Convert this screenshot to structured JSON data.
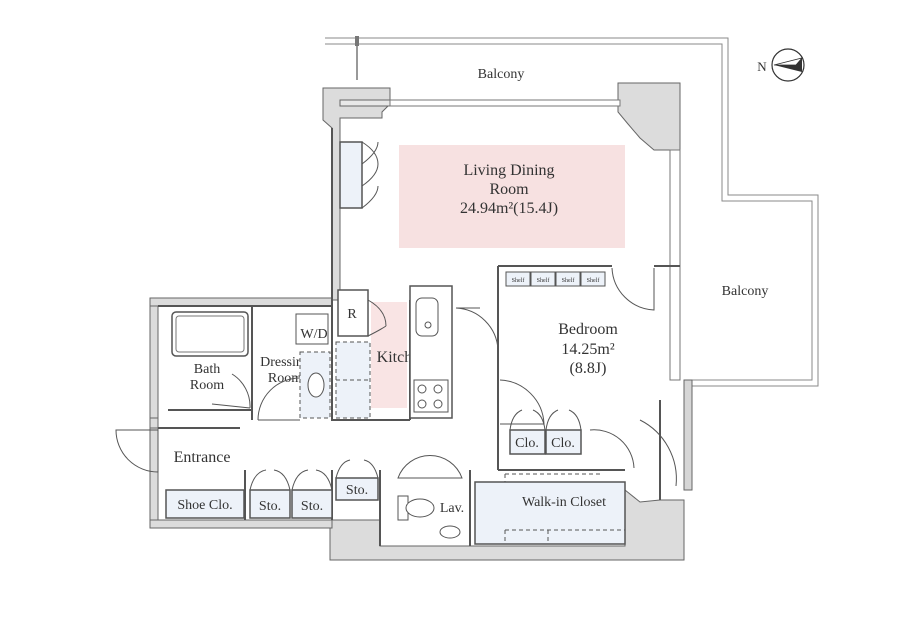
{
  "labels": {
    "balcony_top": "Balcony",
    "balcony_right": "Balcony",
    "living_line1": "Living Dining",
    "living_line2": "Room",
    "living_area": "24.94m²(15.4J)",
    "bedroom_line1": "Bedroom",
    "bedroom_area": "14.25m²",
    "bedroom_j": "(8.8J)",
    "kitchen": "Kitchen",
    "refrigerator": "R",
    "washer_dryer": "W/D",
    "dressing_line1": "Dressing",
    "dressing_line2": "Room",
    "bath_line1": "Bath",
    "bath_line2": "Room",
    "entrance": "Entrance",
    "shoe_closet": "Shoe Clo.",
    "storage_1": "Sto.",
    "storage_2": "Sto.",
    "storage_3": "Sto.",
    "lavatory": "Lav.",
    "walk_in_closet": "Walk-in Closet",
    "closet_1": "Clo.",
    "closet_2": "Clo.",
    "shelf_1": "Shelf",
    "shelf_2": "Shelf",
    "shelf_3": "Shelf",
    "shelf_4": "Shelf",
    "compass": "N"
  },
  "colors": {
    "wall": "#dcdcdc",
    "line": "#555555",
    "living_highlight": "#f7e1e1",
    "kitchen_highlight": "#f9e4e4",
    "storage_fill": "#edf2f9",
    "text": "#333333"
  }
}
